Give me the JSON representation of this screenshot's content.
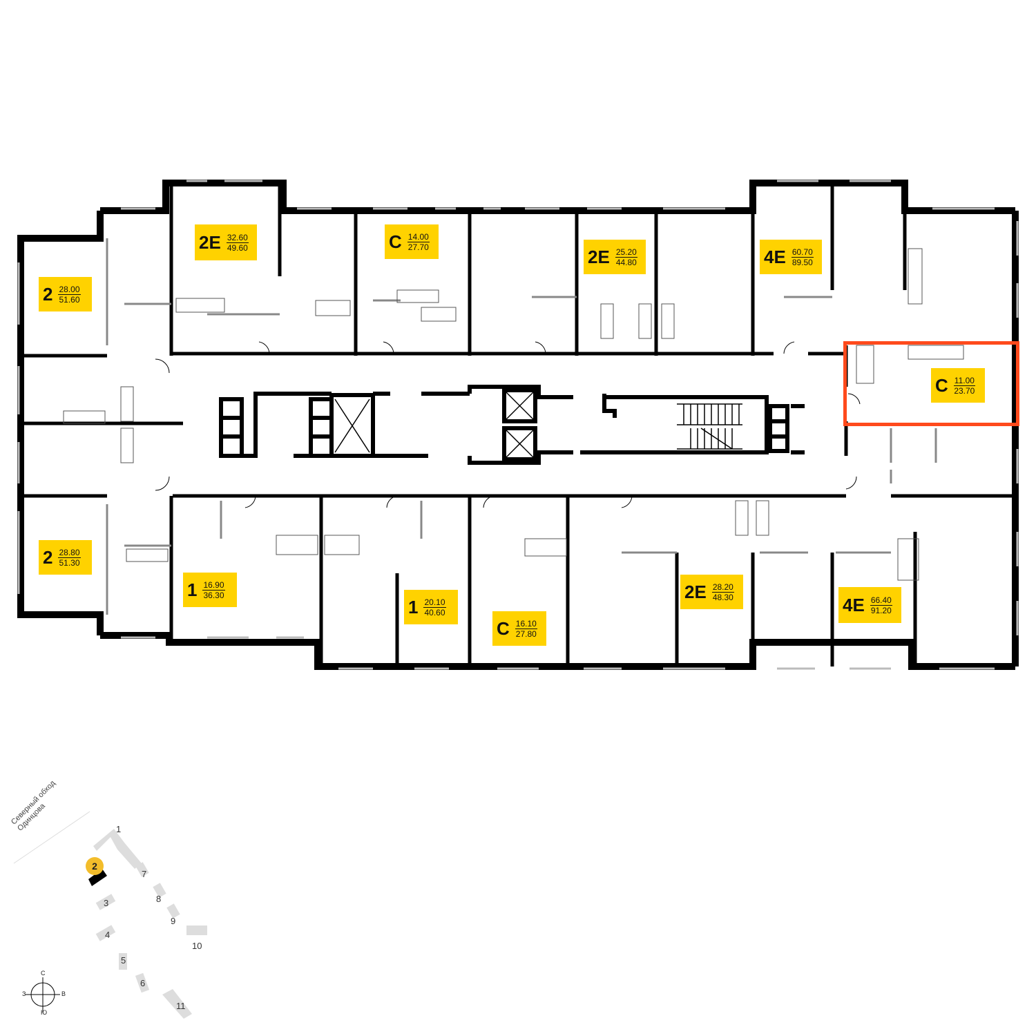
{
  "colors": {
    "label_bg": "#ffd200",
    "selected_frame": "#ff4a1c",
    "walls": "#000000",
    "current_building": "#f3bd2b"
  },
  "apartments": [
    {
      "id": "2-west-top",
      "type": "2",
      "living": "28.00",
      "total": "51.60"
    },
    {
      "id": "2E-1",
      "type": "2E",
      "living": "32.60",
      "total": "49.60"
    },
    {
      "id": "C-1",
      "type": "C",
      "living": "14.00",
      "total": "27.70"
    },
    {
      "id": "2E-2",
      "type": "2E",
      "living": "25.20",
      "total": "44.80"
    },
    {
      "id": "4E-1",
      "type": "4E",
      "living": "60.70",
      "total": "89.50"
    },
    {
      "id": "C-selected",
      "type": "C",
      "living": "11.00",
      "total": "23.70"
    },
    {
      "id": "2-west-bottom",
      "type": "2",
      "living": "28.80",
      "total": "51.30"
    },
    {
      "id": "1-a",
      "type": "1",
      "living": "16.90",
      "total": "36.30"
    },
    {
      "id": "1-b",
      "type": "1",
      "living": "20.10",
      "total": "40.60"
    },
    {
      "id": "C-2",
      "type": "C",
      "living": "16.10",
      "total": "27.80"
    },
    {
      "id": "2E-3",
      "type": "2E",
      "living": "28.20",
      "total": "48.30"
    },
    {
      "id": "4E-2",
      "type": "4E",
      "living": "66.40",
      "total": "91.20"
    }
  ],
  "site_map": {
    "road_label": "Северный обход Одинцова",
    "current_building": "2",
    "buildings": [
      "1",
      "3",
      "4",
      "5",
      "6",
      "7",
      "8",
      "9",
      "10",
      "11"
    ]
  },
  "compass": {
    "north": "С",
    "south": "Ю",
    "west": "З",
    "east": "В"
  }
}
